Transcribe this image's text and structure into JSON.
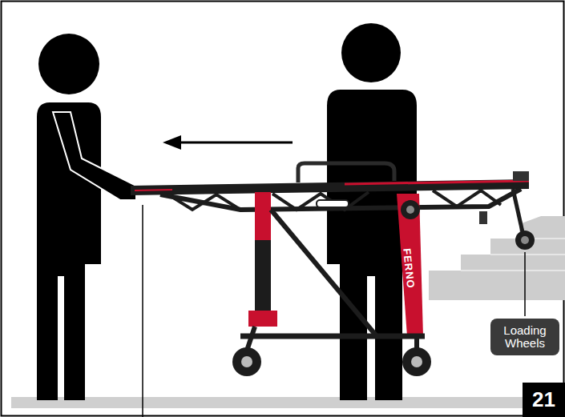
{
  "diagram": {
    "nodes": [
      {
        "text": [
          "Loading Wheels"
        ]
      },
      {
        "text": [
          "21"
        ]
      }
    ],
    "labels": [
      "FERNO"
    ]
  }
}
